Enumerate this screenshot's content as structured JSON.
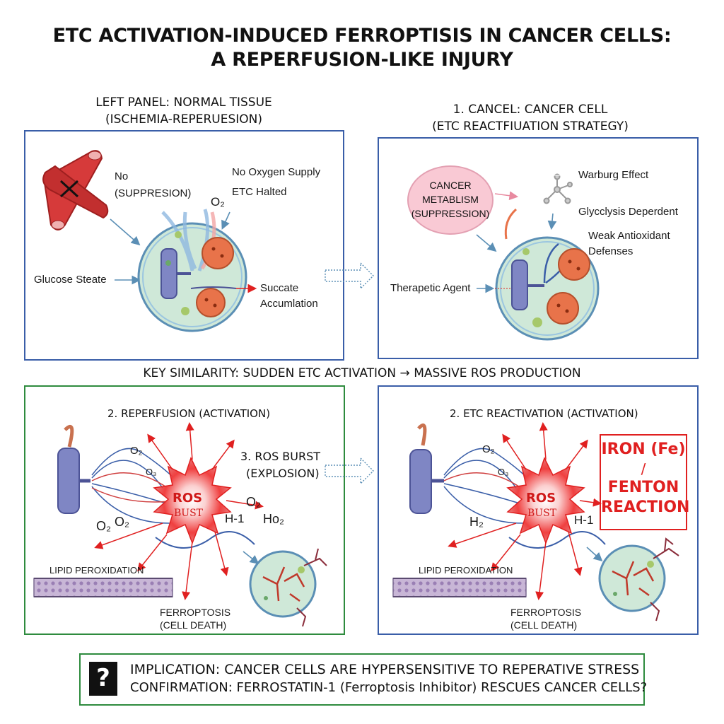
{
  "title": {
    "line1": "ETC ACTIVATION-INDUCED FERROPTISIS IN CANCER CELLS:",
    "line2": "A REPERFUSION-LIKE INJURY"
  },
  "left_heading": {
    "line1": "LEFT PANEL: NORMAL TISSUE",
    "line2": "(ISCHEMIA-REPERUESION)"
  },
  "right_heading": {
    "line1": "1. CANCEL: CANCER CELL",
    "line2": "(ETC REACTFIUATION STRATEGY)"
  },
  "panel_tl": {
    "no": "No",
    "suppresion": "(SUPPRESION)",
    "no_oxygen": "No Oxygen Supply",
    "etc_halted": "ETC Halted",
    "o2": "O₂",
    "glucose": "Glucose Steate",
    "succate": "Succate",
    "accumulation": "Accumlation"
  },
  "panel_tr": {
    "cancer": "CANCER",
    "metablism": "METABLISM",
    "suppression": "(SUPPRESSION)",
    "warburg": "Warburg Effect",
    "glycolysis": "Glycclysis Deperdent",
    "weak_antioxidant": "Weak Antioxidant",
    "defenses": "Defenses",
    "therapeutic": "Therapetic Agent"
  },
  "key_similarity": "KEY SIMILARITY: SUDDEN ETC ACTIVATION → MASSIVE ROS PRODUCTION",
  "panel_bl": {
    "heading": "2. REPERFUSION (ACTIVATION)",
    "ros_burst_1": "3. ROS BURST",
    "ros_burst_2": "(EXPLOSION)",
    "ros": "ROS",
    "bust": "BUST",
    "o2_a": "O₂",
    "o2_b": "O₃",
    "o2_c": "O₂",
    "o2_d": "O₂",
    "o2_e": "O₂",
    "h_frag": "H-1",
    "h_o2": "Ho₂",
    "lipid": "LIPID PEROXIDATION",
    "ferroptosis": "FERROPTOSIS",
    "cell_death": "(CELL DEATH)"
  },
  "panel_br": {
    "heading": "2. ETC REACTIVATION (ACTIVATION)",
    "ros": "ROS",
    "bust": "BUST",
    "o2_a": "O₂",
    "o2_b": "O₃",
    "h2": "H₂",
    "h_frag": "H-1",
    "iron_1": "IRON (Fe)",
    "iron_2": "/",
    "iron_3": "FENTON",
    "iron_4": "REACTION",
    "lipid": "LIPID PEROXIDATION",
    "ferroptosis": "FERROPTOSIS",
    "cell_death": "(CELL DEATH)"
  },
  "footer": {
    "icon": "?",
    "line1": "IMPLICATION: CANCER CELLS ARE HYPERSENSITIVE TO REPERATIVE STRESS",
    "line2": "CONFIRMATION: FERROSTATIN-1 (Ferroptosis Inhibitor) RESCUES CANCER CELLS?"
  },
  "colors": {
    "panel_top_border": "#3a5ea8",
    "panel_bottom_left_border": "#2e8b3e",
    "panel_bottom_right_border": "#3a5ea8",
    "ros_red": "#e02020",
    "cell_fill": "#cfe8d8",
    "mito_orange": "#e8734a",
    "etc_purple": "#7f86c4"
  }
}
